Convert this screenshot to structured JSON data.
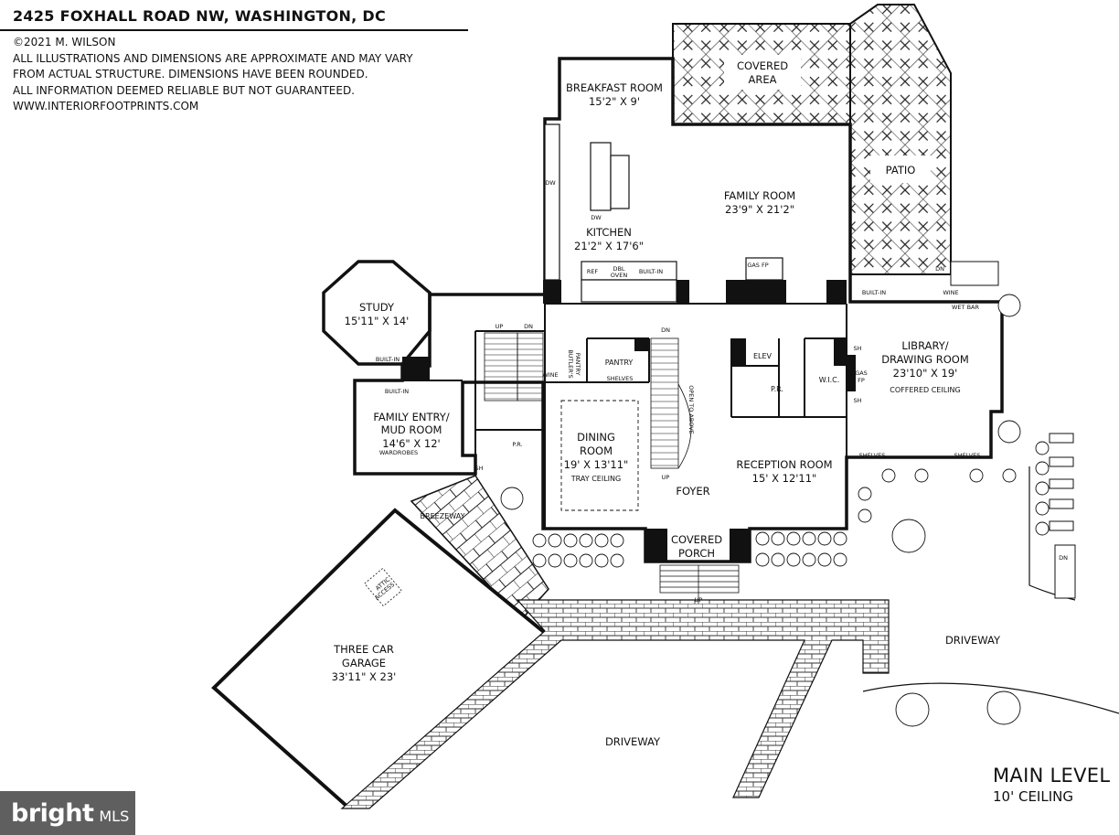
{
  "header": {
    "address": "2425 FOXHALL ROAD NW, WASHINGTON, DC",
    "copyright": "©2021 M. WILSON",
    "disclaimer_1": "ALL ILLUSTRATIONS AND DIMENSIONS ARE APPROXIMATE AND MAY VARY",
    "disclaimer_2": "FROM ACTUAL STRUCTURE. DIMENSIONS HAVE BEEN ROUNDED.",
    "disclaimer_3": "ALL INFORMATION DEEMED RELIABLE BUT NOT GUARANTEED.",
    "website": "WWW.INTERIORFOOTPRINTS.COM"
  },
  "rooms": {
    "breakfast_name": "BREAKFAST ROOM",
    "breakfast_dim": "15'2\" X 9'",
    "covered_area_1": "COVERED",
    "covered_area_2": "AREA",
    "patio": "PATIO",
    "family_name": "FAMILY ROOM",
    "family_dim": "23'9\" X 21'2\"",
    "kitchen_name": "KITCHEN",
    "kitchen_dim": "21'2\" X 17'6\"",
    "study_name": "STUDY",
    "study_dim": "15'11\" X 14'",
    "library_name_1": "LIBRARY/",
    "library_name_2": "DRAWING ROOM",
    "library_dim": "23'10\" X 19'",
    "library_note": "COFFERED CEILING",
    "mud_name_1": "FAMILY ENTRY/",
    "mud_name_2": "MUD ROOM",
    "mud_dim": "14'6\" X 12'",
    "dining_name_1": "DINING",
    "dining_name_2": "ROOM",
    "dining_dim": "19' X 13'11\"",
    "dining_note": "TRAY CEILING",
    "reception_name": "RECEPTION ROOM",
    "reception_dim": "15' X 12'11\"",
    "foyer": "FOYER",
    "porch_1": "COVERED",
    "porch_2": "PORCH",
    "breezeway": "BREEZEWAY",
    "garage_1": "THREE CAR",
    "garage_2": "GARAGE",
    "garage_dim": "33'11\" X 23'",
    "driveway_main": "DRIVEWAY",
    "driveway_right": "DRIVEWAY",
    "pantry": "PANTRY",
    "butlers_1": "BUTLER'S",
    "butlers_2": "PANTRY",
    "elev": "ELEV",
    "wic": "W.I.C.",
    "pr_1": "P.R.",
    "pr_2": "P.R.",
    "wet_bar": "WET BAR",
    "open_to_above": "OPEN TO ABOVE"
  },
  "fixtures": {
    "gas_fp": "GAS FP",
    "gas_fp_1": "GAS",
    "gas_fp_2": "FP",
    "ref": "REF",
    "dbl_oven_1": "DBL",
    "dbl_oven_2": "OVEN",
    "built_in": "BUILT-IN",
    "dw": "DW",
    "shelves": "SHELVES",
    "wardrobes": "WARDROBES",
    "sh": "SH",
    "wine": "WINE",
    "up": "UP",
    "dn": "DN",
    "attic_1": "ATTIC",
    "attic_2": "ACCESS"
  },
  "footer": {
    "level": "MAIN LEVEL",
    "ceiling": "10' CEILING",
    "logo_brand": "bright",
    "logo_suffix": "MLS"
  }
}
